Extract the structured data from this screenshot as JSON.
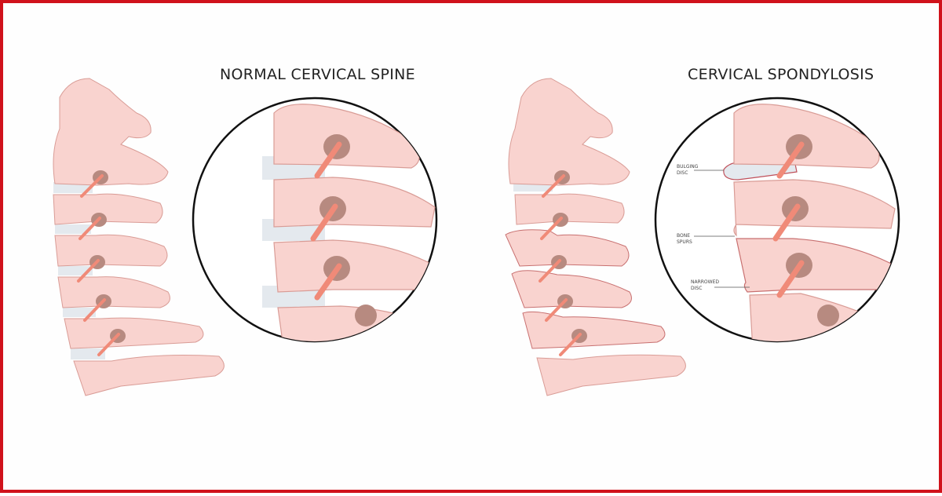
{
  "frame": {
    "border_color": "#d0121b",
    "background": "#fefefe"
  },
  "panels": [
    {
      "title": "NORMAL CERVICAL SPINE",
      "condition": "normal"
    },
    {
      "title": "CERVICAL SPONDYLOSIS",
      "condition": "spondylosis",
      "callouts": [
        {
          "label_line1": "BULGING",
          "label_line2": "DISC"
        },
        {
          "label_line1": "BONE",
          "label_line2": "SPURS"
        },
        {
          "label_line1": "NARROWED",
          "label_line2": "DISC"
        }
      ]
    }
  ],
  "colors": {
    "bone": "#f9d3cf",
    "bone_outline": "#d99c96",
    "disc": "#e4e9ee",
    "nerve": "#f08a78",
    "foramen": "#b78a80",
    "circle_outline": "#111111"
  }
}
